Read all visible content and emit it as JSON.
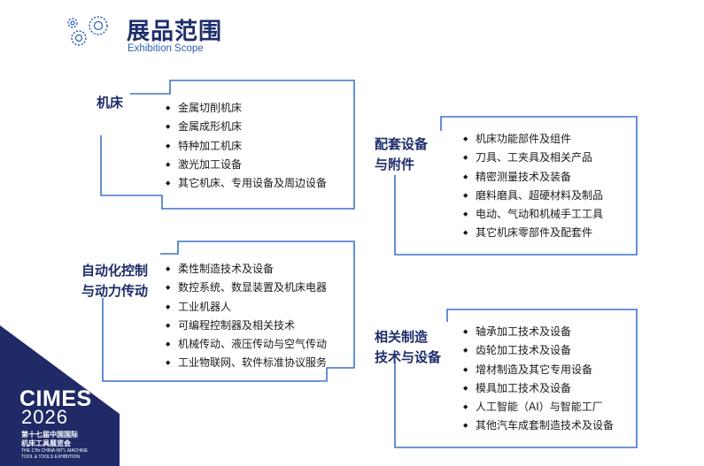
{
  "header": {
    "title": "展品范围",
    "subtitle": "Exhibition Scope",
    "logo_icon": "gears-icon"
  },
  "colors": {
    "navy": "#1f2d6b",
    "blue": "#2a5fb5",
    "frame": "#3f73c9"
  },
  "categories": [
    {
      "label_lines": [
        "机床"
      ],
      "items": [
        "金属切削机床",
        "金属成形机床",
        "特种加工机床",
        "激光加工设备",
        "其它机床、专用设备及周边设备"
      ]
    },
    {
      "label_lines": [
        "配套设备",
        "与附件"
      ],
      "items": [
        "机床功能部件及组件",
        "刀具、工夹具及相关产品",
        "精密测量技术及装备",
        "磨料磨具、超硬材料及制品",
        "电动、气动和机械手工工具",
        "其它机床零部件及配套件"
      ]
    },
    {
      "label_lines": [
        "自动化控制",
        "与动力传动"
      ],
      "items": [
        "柔性制造技术及设备",
        "数控系统、数显装置及机床电器",
        "工业机器人",
        "可编程控制器及相关技术",
        "机械传动、液压传动与空气传动",
        "工业物联网、软件标准协议服务"
      ]
    },
    {
      "label_lines": [
        "相关制造",
        "技术与设备"
      ],
      "items": [
        "轴承加工技术及设备",
        "齿轮加工技术及设备",
        "增材制造及其它专用设备",
        "模具加工技术及设备",
        "人工智能（AI）与智能工厂",
        "其他汽车成套制造技术及设备"
      ]
    }
  ],
  "branding": {
    "name": "CIMES",
    "year": "2026",
    "cn_line1": "第十七届中国国际",
    "cn_line2": "机床工具展览会",
    "en_line1": "THE 17th CHINA INT'L MACHINE",
    "en_line2": "TOOL & TOOLS  EXHIBITION"
  }
}
